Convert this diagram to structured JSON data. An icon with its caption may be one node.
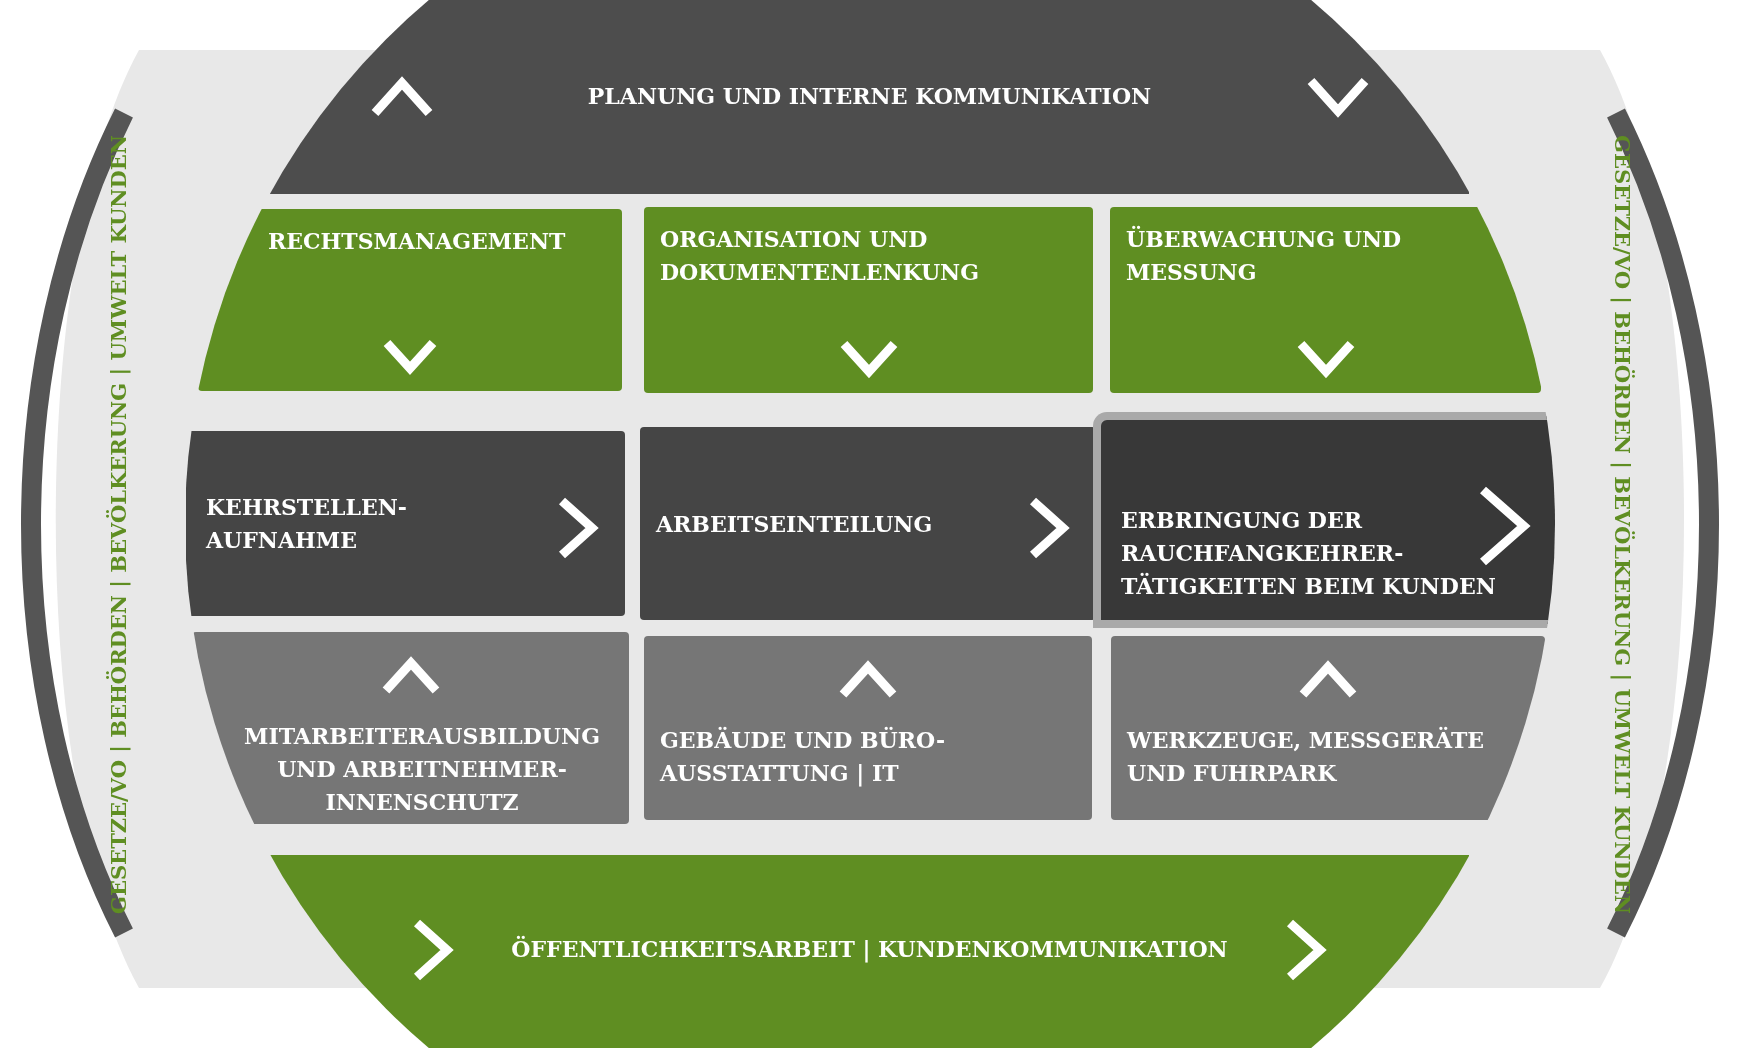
{
  "diagram": {
    "nodes": [
      {
        "text": [
          "PLANUNG UND INTERNE KOMMUNIKATION"
        ]
      },
      {
        "text": [
          "RECHTSMANAGEMENT"
        ]
      },
      {
        "text": [
          "ORGANISATION UND DOKUMENTENLENKUNG"
        ]
      },
      {
        "text": [
          "ÜBERWACHUNG UND MESSUNG"
        ]
      },
      {
        "text": [
          "KEHRSTELLEN- AUFNAHME"
        ]
      },
      {
        "text": [
          "ARBEITSEINTEILUNG"
        ]
      },
      {
        "text": [
          "ERBRINGUNG DER RAUCHFANGKEHRER- TÄTIGKEITEN BEIM KUNDEN"
        ]
      },
      {
        "text": [
          "MITARBEITERAUSBILDUNG UND ARBEITNEHMER- INNENSCHUTZ"
        ]
      },
      {
        "text": [
          "GEBÄUDE UND BÜRO- AUSSTATTUNG | IT"
        ]
      },
      {
        "text": [
          "WERKZEUGE, MESSGERÄTE UND FUHRPARK"
        ]
      },
      {
        "text": [
          "ÖFFENTLICHKEITSARBEIT | KUNDENKOMMUNIKATION"
        ]
      }
    ],
    "labels": [
      "GESETZE/VO | BEHÖRDEN | BEVÖLKERUNG | UMWELT KUNDEN",
      "GESETZE/VO | BEHÖRDEN | BEVÖLKERUNG | UMWELT KUNDEN"
    ]
  }
}
